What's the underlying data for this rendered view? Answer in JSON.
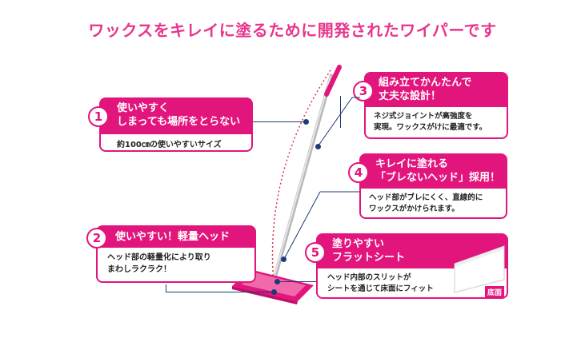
{
  "title": "ワックスをキレイに塗るために開発されたワイパーです",
  "features": [
    {
      "num": "1",
      "heading_l1": "使いやすく",
      "heading_l2": "しまっても場所をとらない",
      "body": "約100㎝の使いやすいサイズ"
    },
    {
      "num": "2",
      "heading_l1": "使いやすい！軽量ヘッド",
      "body_l1": "ヘッド部の軽量化により取り",
      "body_l2": "まわしラクラク！"
    },
    {
      "num": "3",
      "heading_l1": "組み立てかんたんで",
      "heading_l2": "丈夫な設計！",
      "body_l1": "ネジ式ジョイントが高強度を",
      "body_l2": "実現。ワックスがけに最適です。"
    },
    {
      "num": "4",
      "heading_l1": "キレイに塗れる",
      "heading_l2": "「ブレないヘッド」採用！",
      "body_l1": "ヘッド部がブレにくく、直線的に",
      "body_l2": "ワックスがかけられます。"
    },
    {
      "num": "5",
      "heading_l1": "塗りやすい",
      "heading_l2": "フラットシート",
      "body_l1": "ヘッド内部のスリットが",
      "body_l2": "シートを通じて床面にフィット"
    }
  ],
  "sheet_label": "底面",
  "colors": {
    "accent": "#e2157d",
    "title": "#e8358c",
    "line": "#1e3a78"
  }
}
